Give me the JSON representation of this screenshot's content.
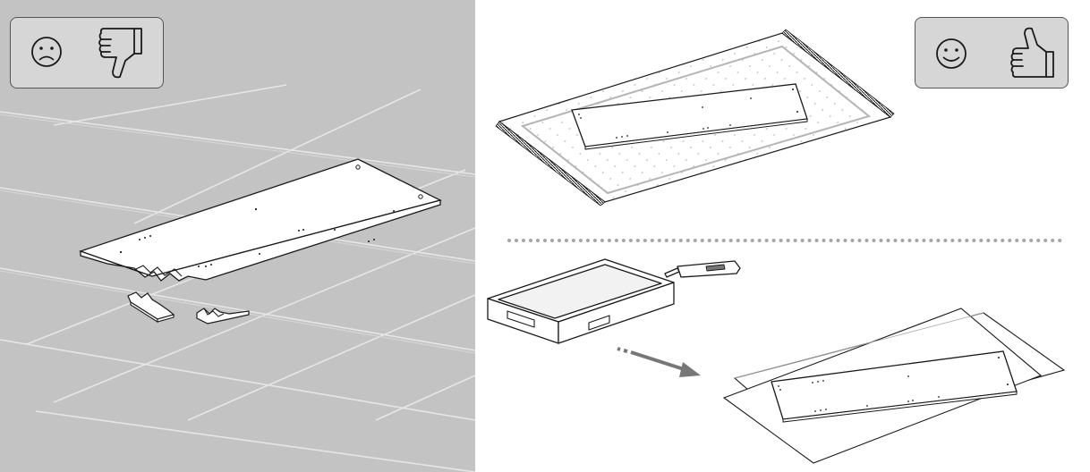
{
  "panels": {
    "wrong": {
      "verdict": "bad",
      "icons": [
        "sad-face-icon",
        "thumbs-down-icon"
      ],
      "scene": "unprotected-hard-floor-with-chipped-panel"
    },
    "right": {
      "verdict": "good",
      "icons": [
        "happy-face-icon",
        "thumbs-up-icon"
      ],
      "scenes": [
        "panel-on-rug",
        "panel-on-cardboard-sheets-from-box"
      ]
    }
  },
  "colors": {
    "wrong_background": "#c3c3c3",
    "badge_fill": "#d6d6d6",
    "line": "#1a1a1a",
    "arrow": "#777777",
    "divider": "#a5a5a5"
  }
}
